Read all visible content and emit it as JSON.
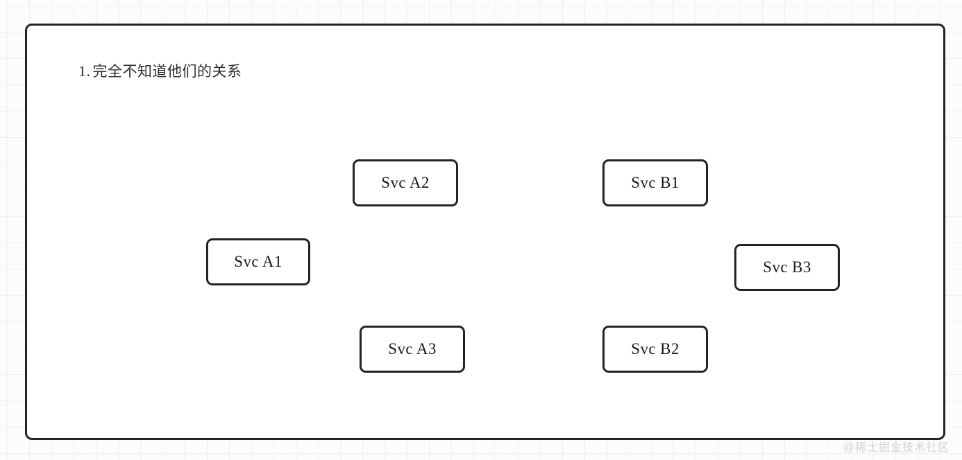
{
  "canvas": {
    "background_color": "#fcfcfd",
    "grid_line_color": "#f0f0f1",
    "panel_border_color": "#212326",
    "panel_background": "#ffffff"
  },
  "panel": {
    "title_ordinal": "1.",
    "title_text": "完全不知道他们的关系"
  },
  "nodes": [
    {
      "id": "svc-a1",
      "label": "Svc A1"
    },
    {
      "id": "svc-a2",
      "label": "Svc A2"
    },
    {
      "id": "svc-a3",
      "label": "Svc A3"
    },
    {
      "id": "svc-b1",
      "label": "Svc B1"
    },
    {
      "id": "svc-b2",
      "label": "Svc B2"
    },
    {
      "id": "svc-b3",
      "label": "Svc B3"
    }
  ],
  "watermark": {
    "text": "@稀土掘金技术社区",
    "color": "#d3d4d6"
  }
}
